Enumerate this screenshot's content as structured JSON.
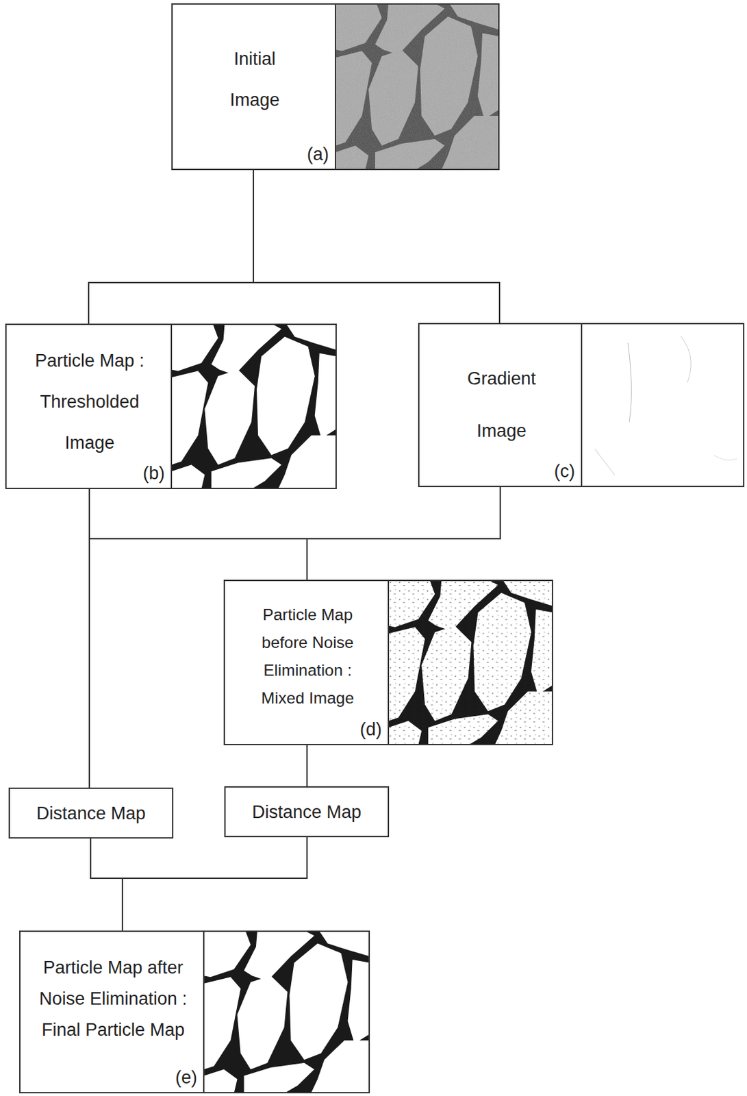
{
  "diagram": {
    "nodes": [
      {
        "text": [
          "Initial Image",
          "(a)"
        ]
      },
      {
        "text": [
          "Particle Map : Thresholded Image",
          "(b)"
        ]
      },
      {
        "text": [
          "Gradient Image",
          "(c)"
        ]
      },
      {
        "text": [
          "Particle Map before Noise Elimination : Mixed Image",
          "(d)"
        ]
      },
      {
        "text": [
          "Distance Map"
        ]
      },
      {
        "text": [
          "Distance Map"
        ]
      },
      {
        "text": [
          "Particle Map after Noise Elimination : Final Particle Map",
          "(e)"
        ]
      }
    ],
    "edges": [
      {
        "from": 0,
        "to": 1,
        "arrow": "none"
      },
      {
        "from": 0,
        "to": 2,
        "arrow": "none"
      },
      {
        "from": 1,
        "to": 3,
        "arrow": "none"
      },
      {
        "from": 2,
        "to": 3,
        "arrow": "none"
      },
      {
        "from": 1,
        "to": 4,
        "arrow": "none"
      },
      {
        "from": 3,
        "to": 5,
        "arrow": "none"
      },
      {
        "from": 4,
        "to": 6,
        "arrow": "none"
      },
      {
        "from": 5,
        "to": 6,
        "arrow": "none"
      }
    ]
  }
}
